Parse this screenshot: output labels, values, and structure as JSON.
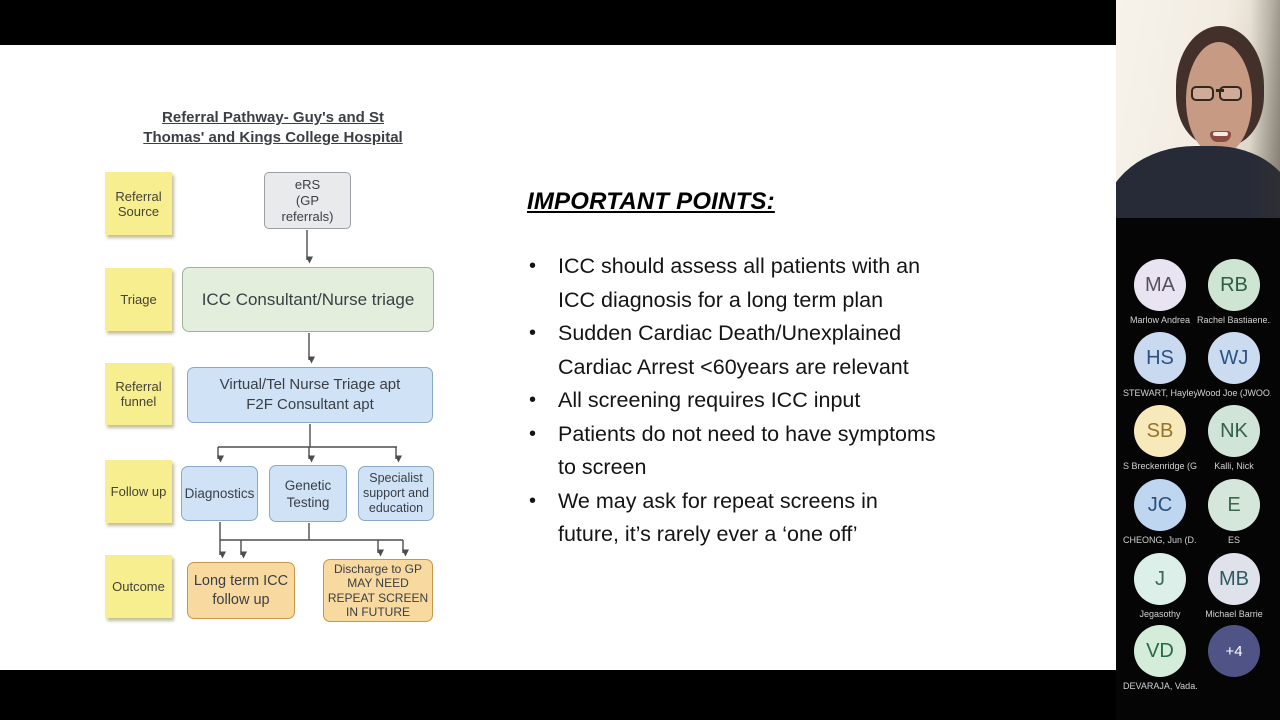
{
  "slide": {
    "flowchart": {
      "title": "Referral Pathway- Guy's and St\nThomas' and Kings College Hospital",
      "stages": [
        "Referral\nSource",
        "Triage",
        "Referral\nfunnel",
        "Follow up",
        "Outcome"
      ],
      "nodes": {
        "source": "eRS\n(GP\nreferrals)",
        "triage": "ICC Consultant/Nurse triage",
        "funnel": "Virtual/Tel Nurse Triage apt\nF2F Consultant apt",
        "diagnostics": "Diagnostics",
        "genetic": "Genetic\nTesting",
        "specialist": "Specialist\nsupport and\neducation",
        "outcome_followup": "Long term ICC\nfollow up",
        "outcome_discharge": "Discharge to GP\nMAY NEED\nREPEAT SCREEN\nIN FUTURE"
      },
      "node_colors": {
        "sticky": "#f7ee8f",
        "source": "#e9eaec",
        "triage": "#e3efdc",
        "funnel": "#cfe2f6",
        "followup_row": "#cfe2f6",
        "outcome_row": "#f8d99f"
      }
    },
    "points": {
      "heading": "IMPORTANT POINTS:",
      "bullets": [
        "ICC should assess all patients with an\nICC diagnosis for a long term plan",
        "Sudden Cardiac Death/Unexplained\nCardiac Arrest <60years are relevant",
        "All screening requires ICC input",
        "Patients do not need to have symptoms\nto screen",
        "We may ask for repeat screens in\nfuture, it’s rarely ever a ‘one off’"
      ]
    }
  },
  "sidebar": {
    "participants": [
      {
        "initials": "MA",
        "name": "Marlow Andrea",
        "bg": "#e9e4f1",
        "fg": "#57505f"
      },
      {
        "initials": "RB",
        "name": "Rachel Bastiaene...",
        "bg": "#cfe5d3",
        "fg": "#2f5d40"
      },
      {
        "initials": "HS",
        "name": "STEWART, Hayley...",
        "bg": "#c9daf0",
        "fg": "#2d5180"
      },
      {
        "initials": "WJ",
        "name": "Wood Joe (JWOO...",
        "bg": "#ccdcf0",
        "fg": "#2d5180"
      },
      {
        "initials": "SB",
        "name": "S Breckenridge (G...",
        "bg": "#f8e9bb",
        "fg": "#93742a"
      },
      {
        "initials": "NK",
        "name": "Kalli, Nick",
        "bg": "#d0e5d8",
        "fg": "#34604b"
      },
      {
        "initials": "JC",
        "name": "CHEONG, Jun (D...",
        "bg": "#bfd6f0",
        "fg": "#28517f"
      },
      {
        "initials": "E",
        "name": "ES",
        "bg": "#d5e7da",
        "fg": "#3c684e"
      },
      {
        "initials": "J",
        "name": "Jegasothy",
        "bg": "#dcefe9",
        "fg": "#3b685c"
      },
      {
        "initials": "MB",
        "name": "Michael Barrie",
        "bg": "#dfe2eb",
        "fg": "#2e5a60"
      },
      {
        "initials": "VD",
        "name": "DEVARAJA, Vada...",
        "bg": "#d4edda",
        "fg": "#276a43"
      },
      {
        "initials": "+4",
        "name": "",
        "bg": "#4f5386",
        "fg": "#ffffff"
      }
    ]
  }
}
